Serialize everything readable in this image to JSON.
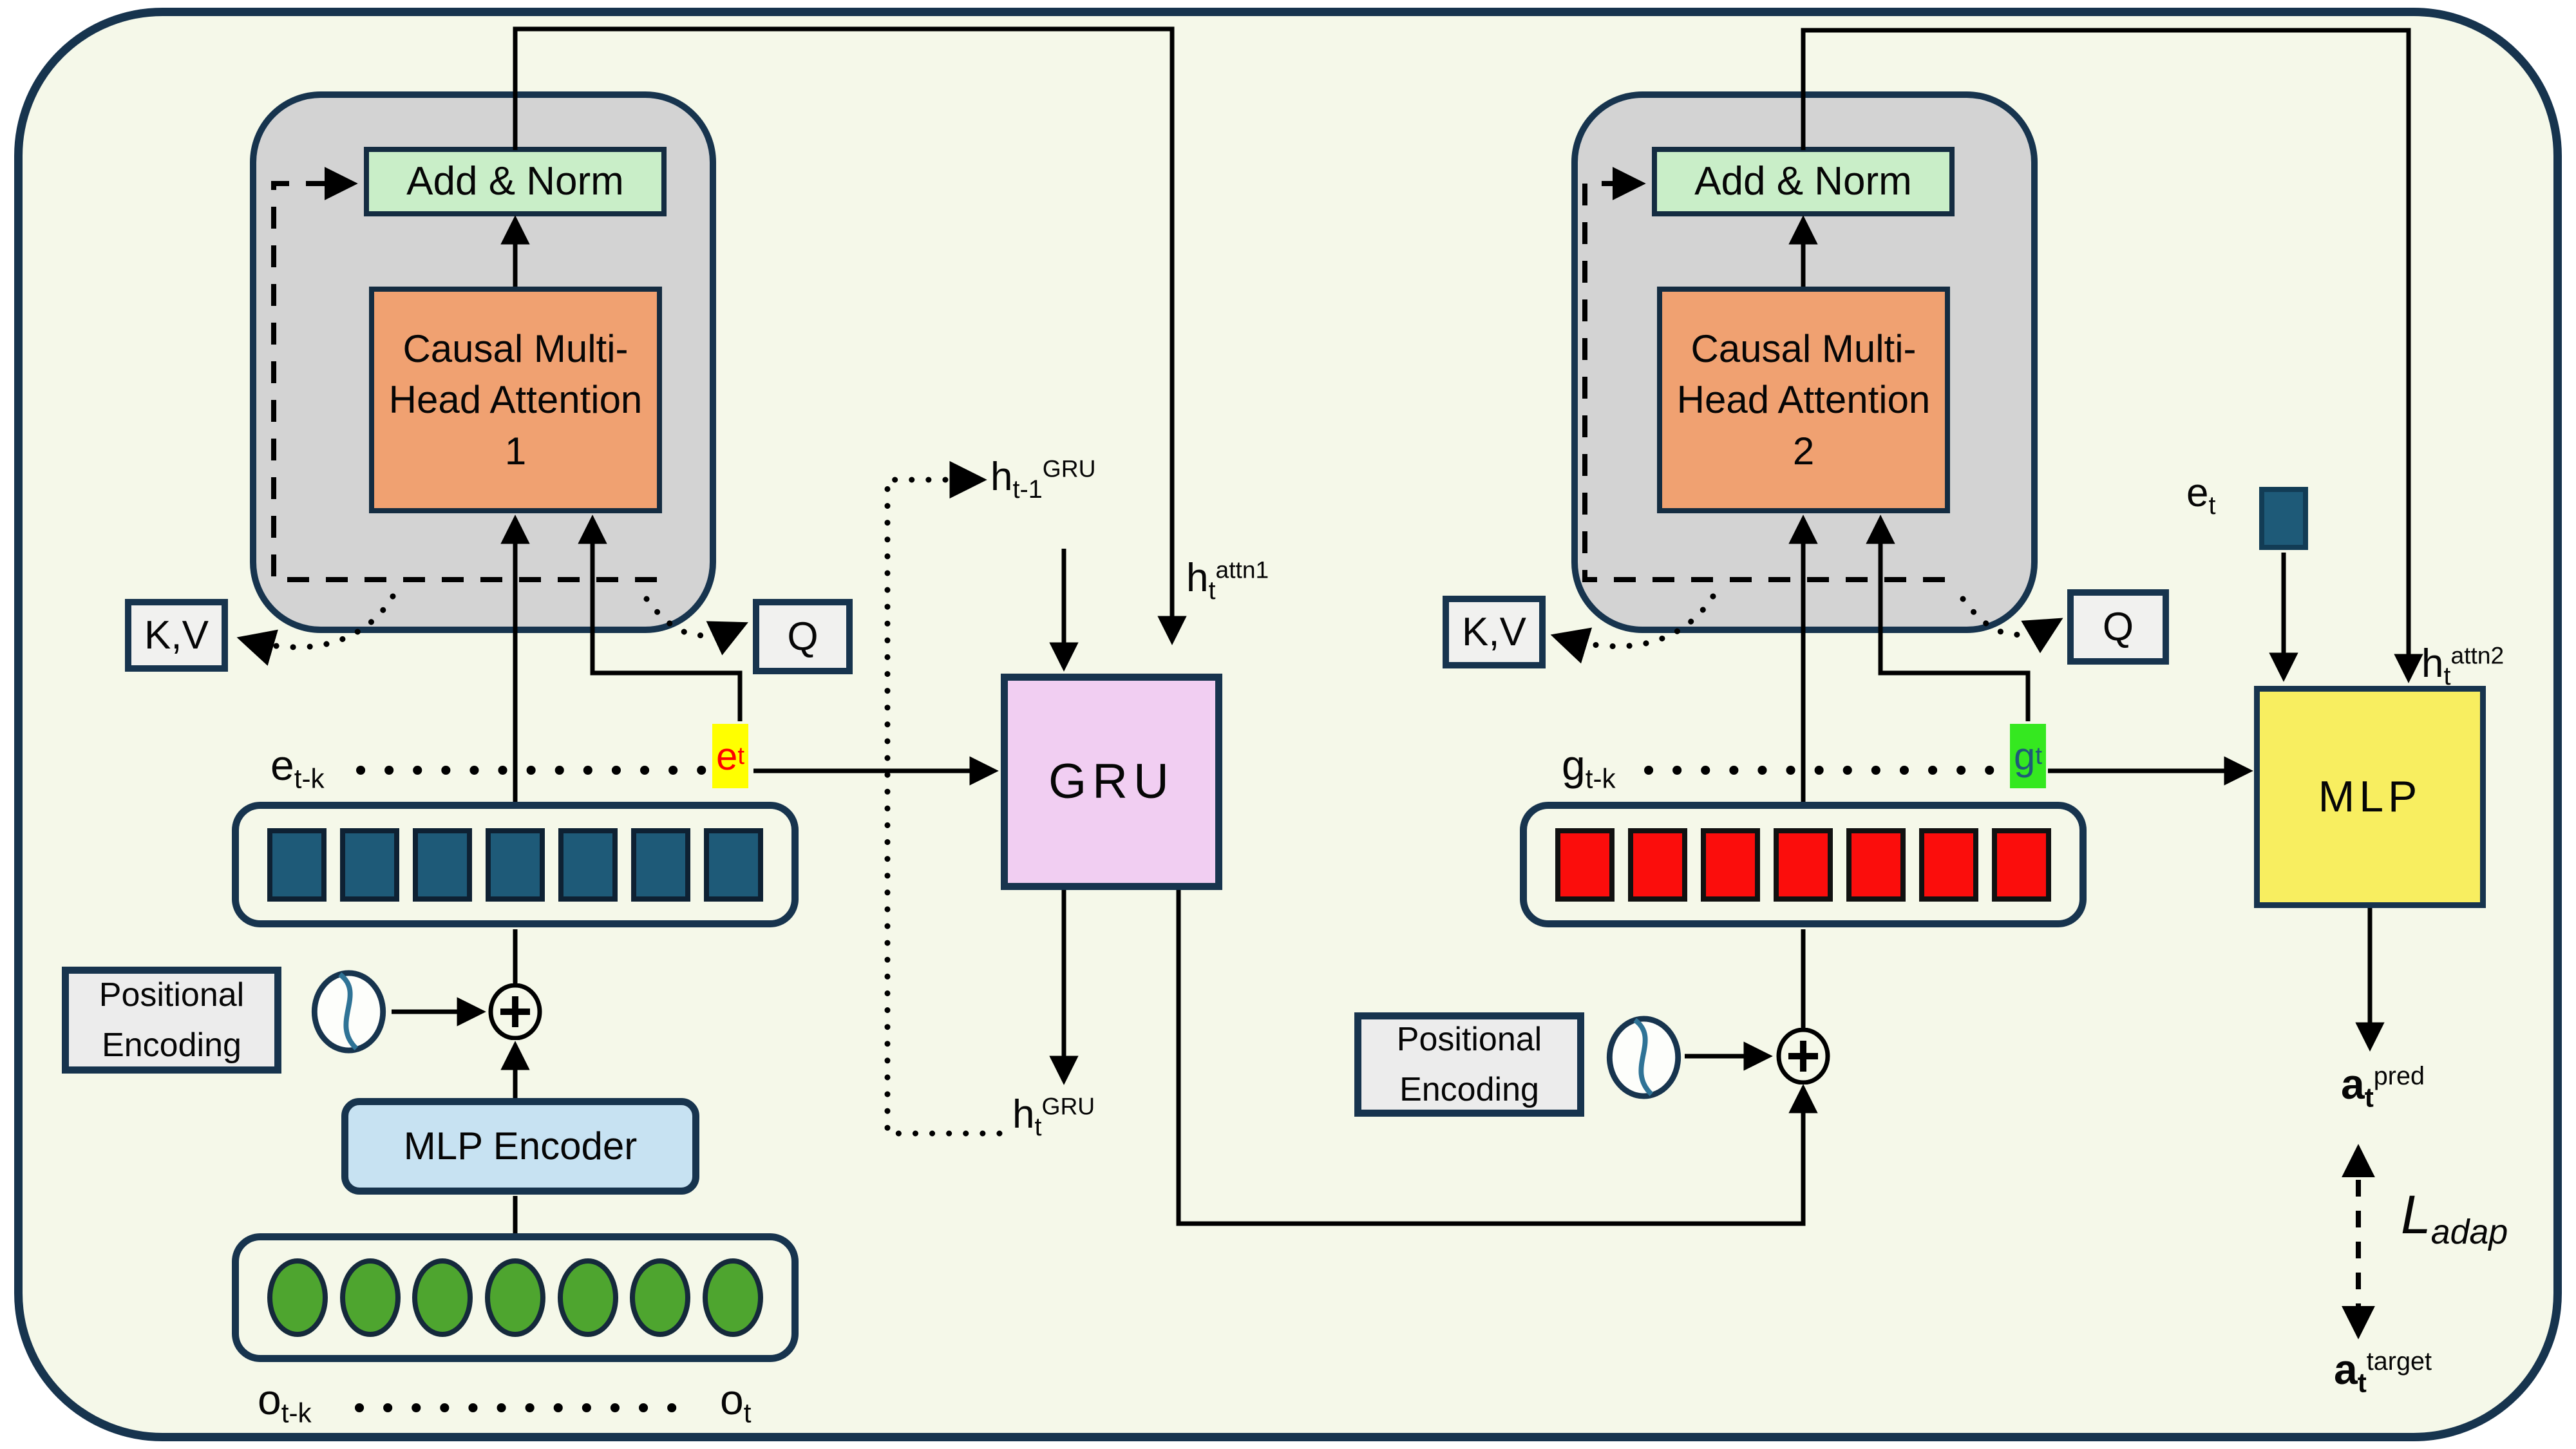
{
  "diagram": {
    "background_color": "#f5f8e9",
    "border_color": "#17344e",
    "line_color": "#000000"
  },
  "icons": {
    "sine_wave_icon": "S-curve seam inside ellipse",
    "plus_circle_icon": "⊕"
  },
  "attention1": {
    "add_norm": "Add & Norm",
    "attention": "Causal Multi-Head Attention 1",
    "kv": "K,V",
    "q": "Q"
  },
  "attention2": {
    "add_norm": "Add & Norm",
    "attention": "Causal Multi-Head Attention 2",
    "kv": "K,V",
    "q": "Q"
  },
  "rows": {
    "e": {
      "start_base": "e",
      "start_sub": "t-k",
      "end_base": "e",
      "end_sub": "t"
    },
    "g": {
      "start_base": "g",
      "start_sub": "t-k",
      "end_base": "g",
      "end_sub": "t"
    },
    "o": {
      "start_base": "o",
      "start_sub": "t-k",
      "end_base": "o",
      "end_sub": "t"
    }
  },
  "encoder": {
    "positional_encoding": "Positional Encoding",
    "mlp_encoder": "MLP Encoder"
  },
  "gru": {
    "label": "GRU",
    "h_prev": {
      "base": "h",
      "sub": "t-1",
      "sup": "GRU"
    },
    "h_out": {
      "base": "h",
      "sub": "t",
      "sup": "GRU"
    },
    "h_attn1": {
      "base": "h",
      "sub": "t",
      "sup": "attn1"
    }
  },
  "mlp": {
    "label": "MLP",
    "e_t": {
      "base": "e",
      "sub": "t"
    },
    "h_attn2": {
      "base": "h",
      "sub": "t",
      "sup": "attn2"
    }
  },
  "outputs": {
    "a_pred": {
      "base": "a",
      "sub": "t",
      "sup": "pred"
    },
    "loss": {
      "base": "L",
      "sub": "adap"
    },
    "a_target": {
      "base": "a",
      "sub": "t",
      "sup": "target"
    }
  },
  "colors": {
    "add_norm_fill": "#c9eec8",
    "attention_fill": "#f0a171",
    "gray_block_fill": "#d3d3d3",
    "token_blue": "#1e5a78",
    "token_red": "#fb0d0c",
    "token_green": "#4ea52f",
    "gru_fill": "#f1cef2",
    "mlp_fill": "#f8ee60",
    "mlp_encoder_fill": "#c7e2f2",
    "positional_encoding_fill": "#ececec",
    "et_highlight_bg": "#ffff00",
    "et_highlight_color": "#fe0000",
    "gt_highlight_bg": "#35e820",
    "gt_highlight_color": "#1e5a78"
  }
}
